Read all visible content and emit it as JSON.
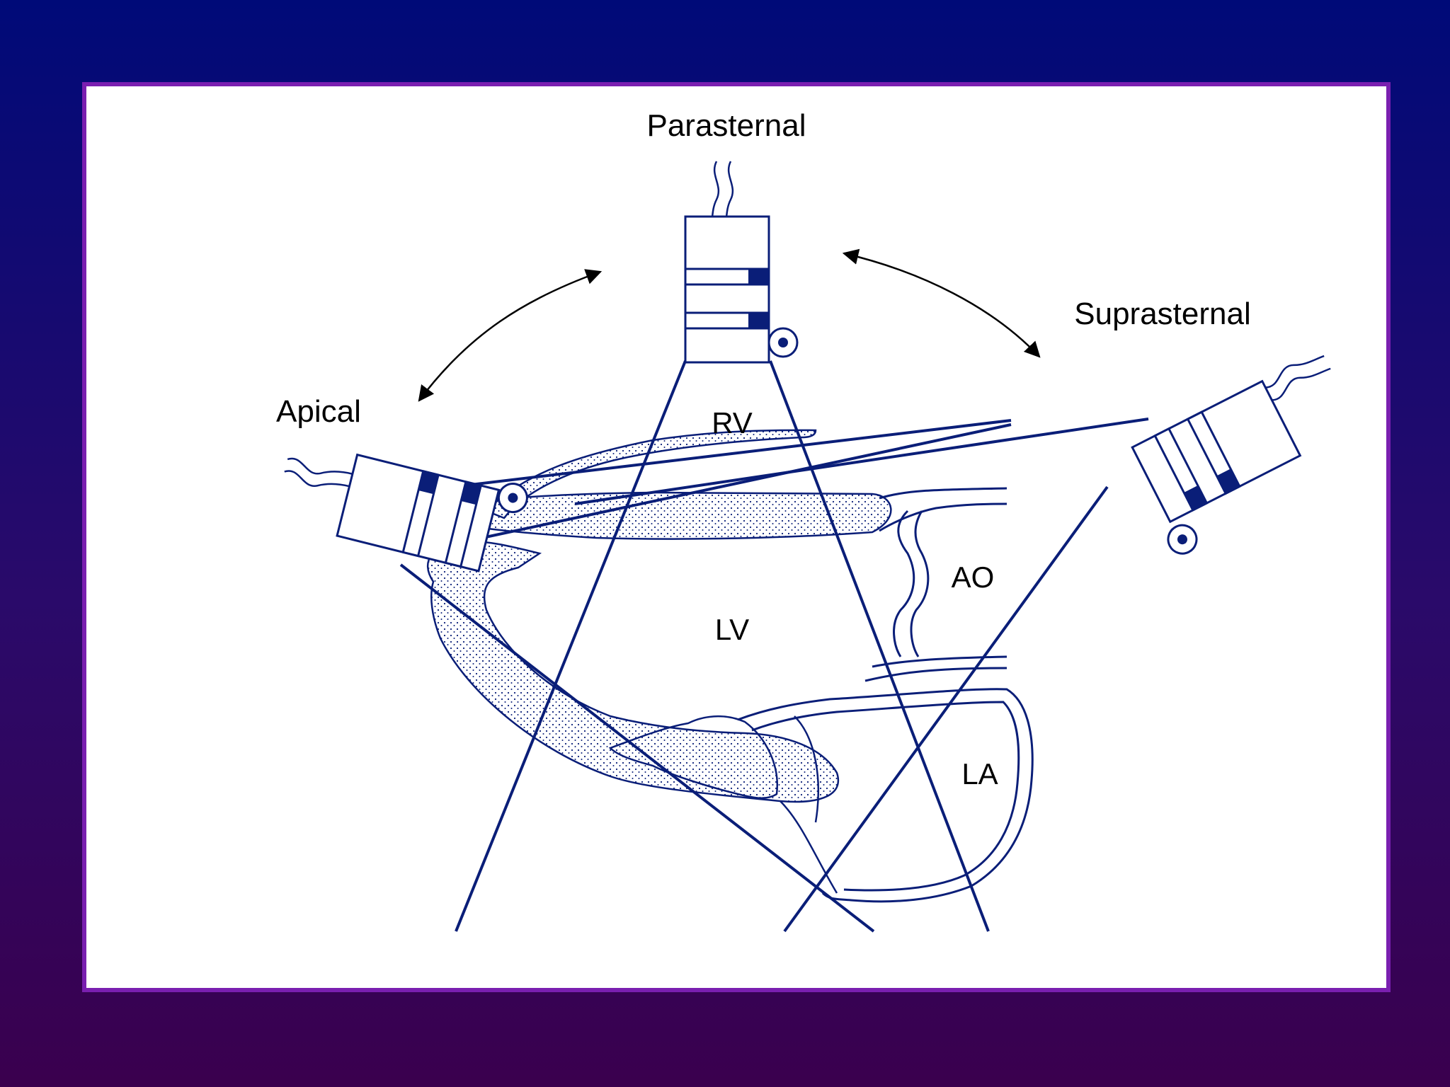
{
  "colors": {
    "background_top": "#000a78",
    "background_bottom": "#3a004e",
    "panel": "#ffffff",
    "panel_border": "#7a1fb0",
    "ink": "#0a1e78"
  },
  "labels": {
    "parasternal": "Parasternal",
    "suprasternal": "Suprasternal",
    "apical": "Apical",
    "rv": "RV",
    "lv": "LV",
    "ao": "AO",
    "la": "LA"
  }
}
